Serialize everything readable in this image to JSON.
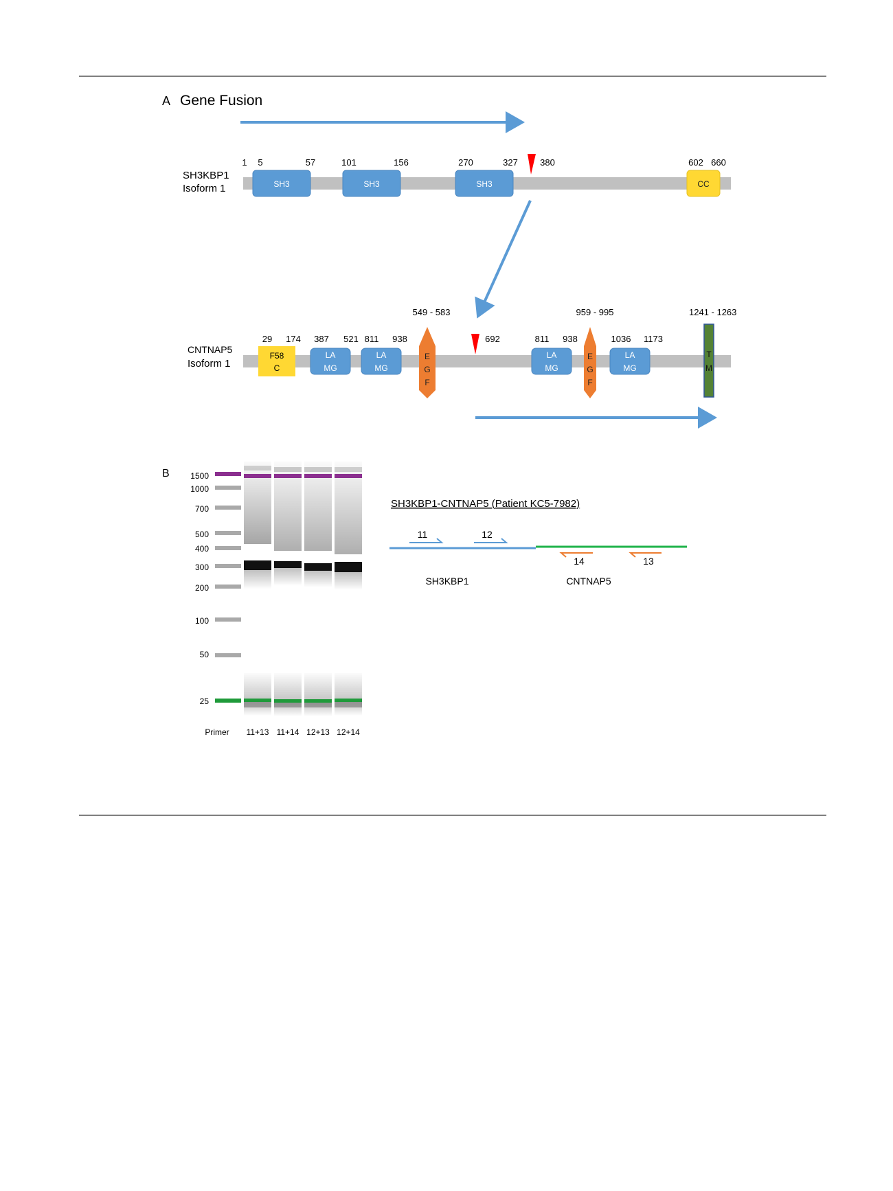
{
  "panel_a": {
    "letter": "A",
    "title": "Gene Fusion",
    "gene1": {
      "name": "SH3KBP1",
      "isoform": "Isoform 1",
      "positions": [
        "1",
        "5",
        "57",
        "101",
        "156",
        "270",
        "327",
        "380",
        "602",
        "660"
      ],
      "domains": [
        {
          "label": "SH3",
          "color": "#5b9bd5"
        },
        {
          "label": "SH3",
          "color": "#5b9bd5"
        },
        {
          "label": "SH3",
          "color": "#5b9bd5"
        },
        {
          "label": "CC",
          "color": "#ffd833"
        }
      ]
    },
    "gene2": {
      "name": "CNTNAP5",
      "isoform": "Isoform 1",
      "positions": [
        "29",
        "174",
        "387",
        "521",
        "811",
        "938",
        "692",
        "811",
        "938",
        "1036",
        "1173"
      ],
      "ranges": [
        "549 - 583",
        "959 - 995",
        "1241 - 1263"
      ],
      "domains": [
        {
          "lines": [
            "F58",
            "C"
          ],
          "color": "#ffd833"
        },
        {
          "lines": [
            "LA",
            "MG"
          ],
          "color": "#5b9bd5"
        },
        {
          "lines": [
            "LA",
            "MG"
          ],
          "color": "#5b9bd5"
        },
        {
          "lines": [
            "E",
            "G",
            "F"
          ],
          "color": "#ed7d31"
        },
        {
          "lines": [
            "LA",
            "MG"
          ],
          "color": "#5b9bd5"
        },
        {
          "lines": [
            "E",
            "G",
            "F"
          ],
          "color": "#ed7d31"
        },
        {
          "lines": [
            "LA",
            "MG"
          ],
          "color": "#5b9bd5"
        },
        {
          "lines": [
            "T",
            "M"
          ],
          "color": "#548235"
        }
      ]
    },
    "colors": {
      "backbone": "#c0c0c0",
      "arrow": "#5b9bd5",
      "breakpoint": "#ff0000"
    }
  },
  "panel_b": {
    "letter": "B",
    "ladder_labels": [
      "1500",
      "1000",
      "700",
      "500",
      "400",
      "300",
      "200",
      "100",
      "50",
      "25"
    ],
    "lane_labels": [
      "Primer",
      "11+13",
      "11+14",
      "12+13",
      "12+14"
    ],
    "fusion_title": "SH3KBP1-CNTNAP5 (Patient KC5-7982)",
    "primers": [
      "11",
      "12",
      "14",
      "13"
    ],
    "gene_labels": [
      "SH3KBP1",
      "CNTNAP5"
    ],
    "colors": {
      "upper_marker": "#8b2f8f",
      "lower_marker": "#1f9a3a",
      "sh3kbp1": "#5b9bd5",
      "cntnap5": "#1fb34a",
      "reverse_primer": "#ed7d31"
    }
  }
}
